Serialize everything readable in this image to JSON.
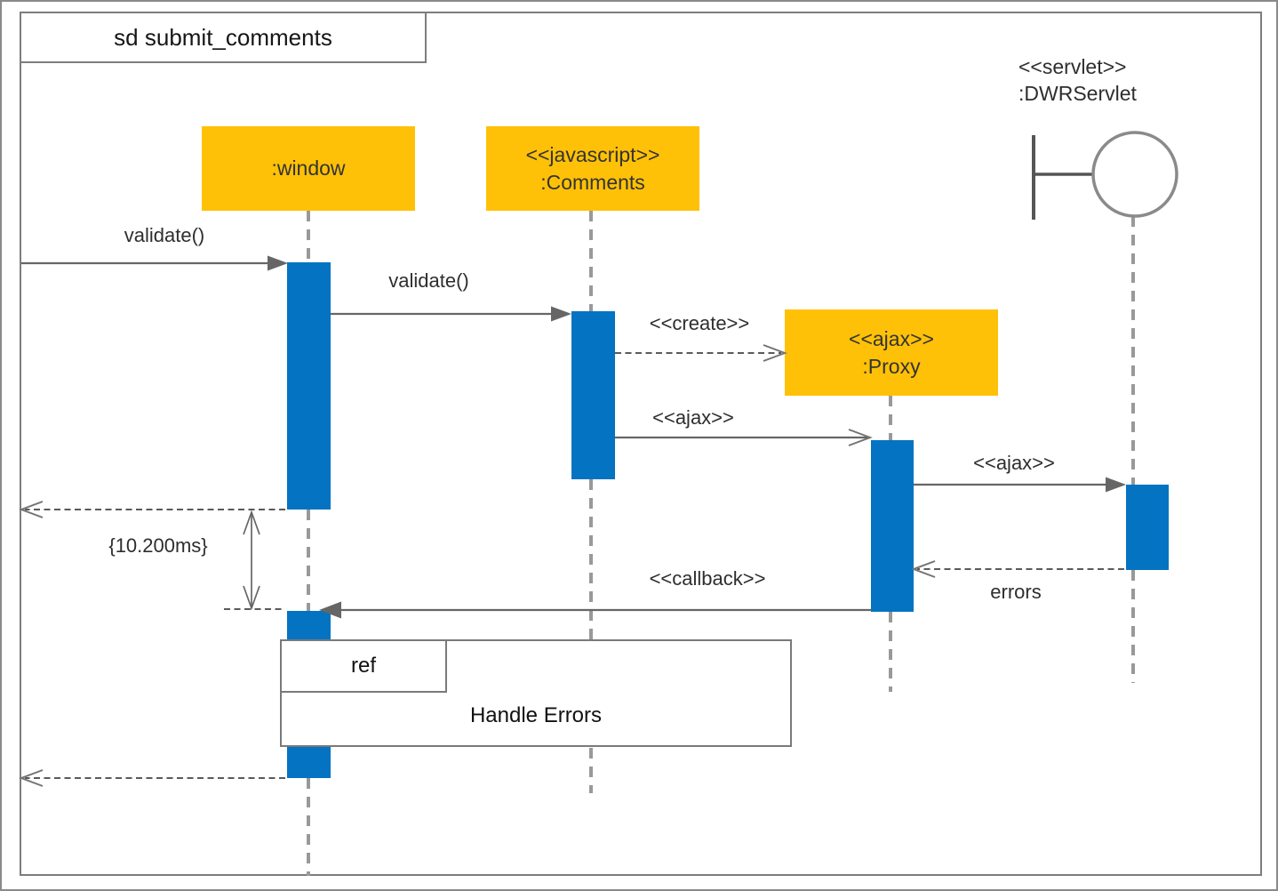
{
  "frame": {
    "title": "sd submit_comments"
  },
  "participants": {
    "window": {
      "name": ":window"
    },
    "comments": {
      "stereotype": "<<javascript>>",
      "name": ":Comments"
    },
    "proxy": {
      "stereotype": "<<ajax>>",
      "name": ":Proxy"
    },
    "servlet": {
      "stereotype": "<<servlet>>",
      "name": ":DWRServlet"
    }
  },
  "messages": {
    "validate_in": "validate()",
    "validate": "validate()",
    "create": "<<create>>",
    "ajax_request": "<<ajax>>",
    "ajax_forward": "<<ajax>>",
    "errors": "errors",
    "callback": "<<callback>>"
  },
  "annotations": {
    "duration_constraint": "{10.200ms}"
  },
  "fragment": {
    "operator": "ref",
    "name": "Handle Errors"
  },
  "colors": {
    "participant_fill": "#FFC107",
    "activation_fill": "#0473C2",
    "frame_border": "#7D7D7D",
    "message_line": "#666666",
    "lifeline": "#999999"
  }
}
